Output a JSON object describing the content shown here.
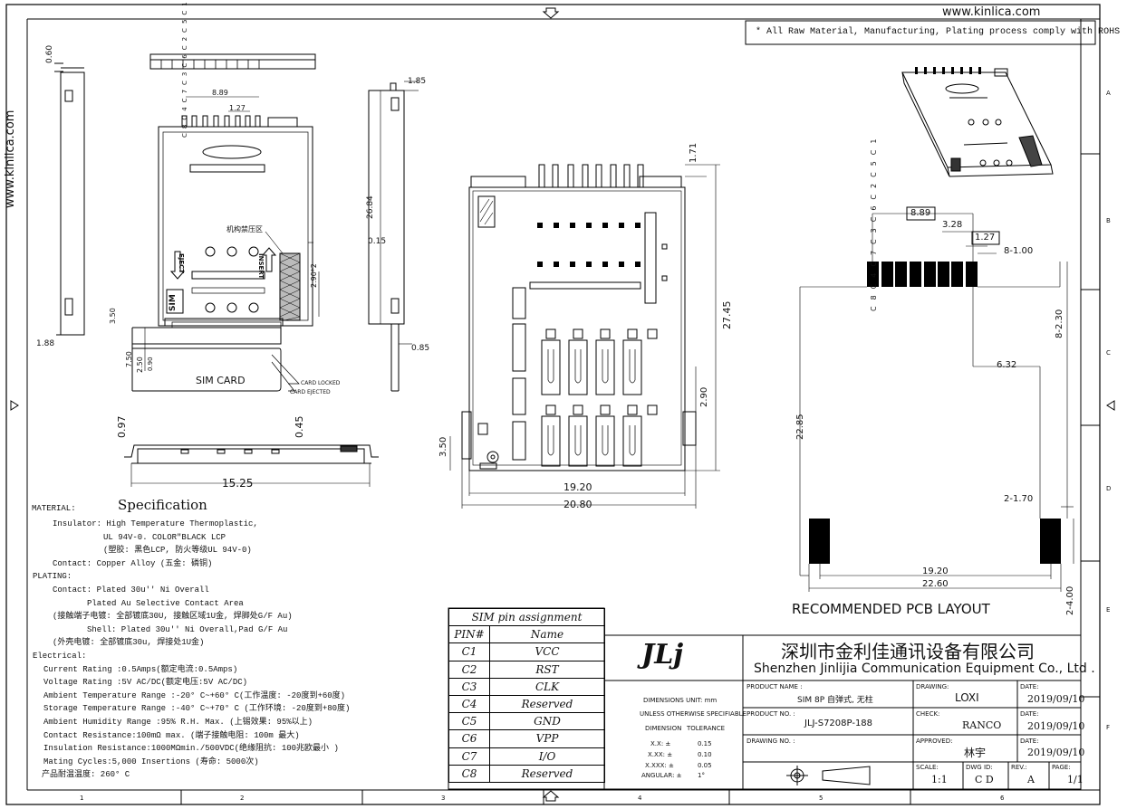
{
  "header": {
    "website": "www.kinlica.com",
    "side_website": "www.kinlica.com",
    "rohs_note": "* All Raw Material, Manufacturing, Plating process comply with ROHS"
  },
  "dimensions": {
    "d_060": "0.60",
    "d_889_top": "8.89",
    "d_127_top": "1.27",
    "d_2684": "26.84",
    "d_015": "0.15",
    "d_185": "1.85",
    "d_290x2": "2.90*2",
    "d_350_left": "3.50",
    "d_750": "7.50",
    "d_250": "2.50",
    "d_090": "0.90",
    "d_188": "1.88",
    "d_085": "0.85",
    "d_097": "0.97",
    "d_045": "0.45",
    "d_1525": "15.25",
    "d_171": "1.71",
    "d_2745": "27.45",
    "d_290": "2.90",
    "d_350_mid": "3.50",
    "d_1920_mid": "19.20",
    "d_2080": "20.80",
    "pcb_889": "8.89",
    "pcb_328": "3.28",
    "pcb_127": "1.27",
    "pcb_8x100": "8-1.00",
    "pcb_8x230": "8-2.30",
    "pcb_632": "6.32",
    "pcb_2285": "22.85",
    "pcb_2x170": "2-1.70",
    "pcb_1920": "19.20",
    "pcb_2260": "22.60",
    "pcb_2x400": "2-4.00"
  },
  "labels": {
    "pins_top": [
      "C8",
      "C4",
      "C7",
      "C3",
      "C6",
      "C2",
      "C5",
      "C1"
    ],
    "pins_pcb": [
      "C8",
      "C4",
      "C7",
      "C3",
      "C6",
      "C2",
      "C5",
      "C1"
    ],
    "restricted_zone": "机构禁压区",
    "eject": "EJECT",
    "insert": "INSERT",
    "sim_on_part": "SIM",
    "sim_card": "SIM CARD",
    "card_locked": "CARD LOCKED",
    "card_ejected": "CARD EJECTED",
    "pcb_layout_title": "RECOMMENDED PCB LAYOUT"
  },
  "spec": {
    "material_label": "MATERIAL:",
    "title": "Specification",
    "lines": [
      "Insulator: High Temperature Thermoplastic,",
      "UL 94V-0. COLOR\"BLACK LCP",
      "(塑胶: 黑色LCP, 防火等级UL 94V-0)",
      "Contact: Copper Alloy (五金: 磷铜)",
      "PLATING:",
      "Contact: Plated 30u'' Ni Overall",
      "Plated Au Selective Contact Area",
      "(接触端子电镀: 全部镀底30U, 接触区域1U金, 焊脚处G/F Au)",
      "Shell: Plated 30u'' Ni Overall,Pad G/F Au",
      "(外壳电镀: 全部镀底30u, 焊接处1U金)",
      "Electrical:",
      "Current Rating :0.5Amps(额定电流:0.5Amps)",
      "Voltage Rating :5V AC/DC(额定电压:5V AC/DC)",
      "Ambient Temperature Range :-20° C~+60° C(工作温度: -20度到+60度)",
      "Storage Temperature Range :-40° C~+70° C (工作环境: -20度到+80度)",
      "Ambient Humidity Range :95% R.H. Max. (上锡效果: 95%以上)",
      "Contact Resistance:100mΩ max. (端子接触电阻: 100m 最大)",
      "Insulation Resistance:1000MΩmin./500VDC(绝缘阻抗: 100兆欧最小 )",
      "Mating Cycles:5,000 Insertions (寿命: 5000次)",
      "产品耐温温度: 260° C"
    ]
  },
  "pin_table": {
    "title": "SIM pin assignment",
    "header_pin": "PIN#",
    "header_name": "Name",
    "rows": [
      {
        "pin": "C1",
        "name": "VCC"
      },
      {
        "pin": "C2",
        "name": "RST"
      },
      {
        "pin": "C3",
        "name": "CLK"
      },
      {
        "pin": "C4",
        "name": "Reserved"
      },
      {
        "pin": "C5",
        "name": "GND"
      },
      {
        "pin": "C6",
        "name": "VPP"
      },
      {
        "pin": "C7",
        "name": "I/O"
      },
      {
        "pin": "C8",
        "name": "Reserved"
      }
    ]
  },
  "title_block": {
    "logo_text": "JLj",
    "company_cn": "深圳市金利佳通讯设备有限公司",
    "company_en": "Shenzhen Jinlijia Communication Equipment Co., Ltd .",
    "dims_in": "DIMENSIONS UNIT:   mm",
    "unless": "UNLESS OTHERWISE SPECIFIABLE",
    "dimension_hdr": "DIMENSION",
    "tolerance_hdr": "TOLERANCE",
    "tol_rows": [
      {
        "d": "X.X: ±",
        "t": "0.15"
      },
      {
        "d": "X.XX: ±",
        "t": "0.10"
      },
      {
        "d": "X.XXX: ±",
        "t": "0.05"
      },
      {
        "d": "ANGULAR: ±",
        "t": "1°"
      }
    ],
    "product_name_lbl": "PRODUCT NAME :",
    "product_name": "SIM 8P 自弹式, 无柱",
    "product_no_lbl": "PRODUCT NO. :",
    "product_no": "JLJ-S7208P-188",
    "drawing_no_lbl": "DRAWING NO. :",
    "drawing_lbl": "DRAWING:",
    "drawing": "LOXI",
    "check_lbl": "CHECK:",
    "check": "RANCO",
    "approved_lbl": "APPROVED:",
    "approved": "林宇",
    "date_lbl": "DATE:",
    "date1": "2019/09/10",
    "date2": "2019/09/10",
    "date3": "2019/09/10",
    "scale_lbl": "SCALE:",
    "scale": "1:1",
    "dwgid_lbl": "DWG ID:",
    "dwgid": "C D",
    "rev_lbl": "REV.:",
    "rev": "A",
    "page_lbl": "PAGE:",
    "page": "1/1"
  },
  "border": {
    "columns": [
      "1",
      "2",
      "3",
      "4",
      "5",
      "6"
    ],
    "rows": [
      "A",
      "B",
      "C",
      "D",
      "E",
      "F"
    ]
  }
}
